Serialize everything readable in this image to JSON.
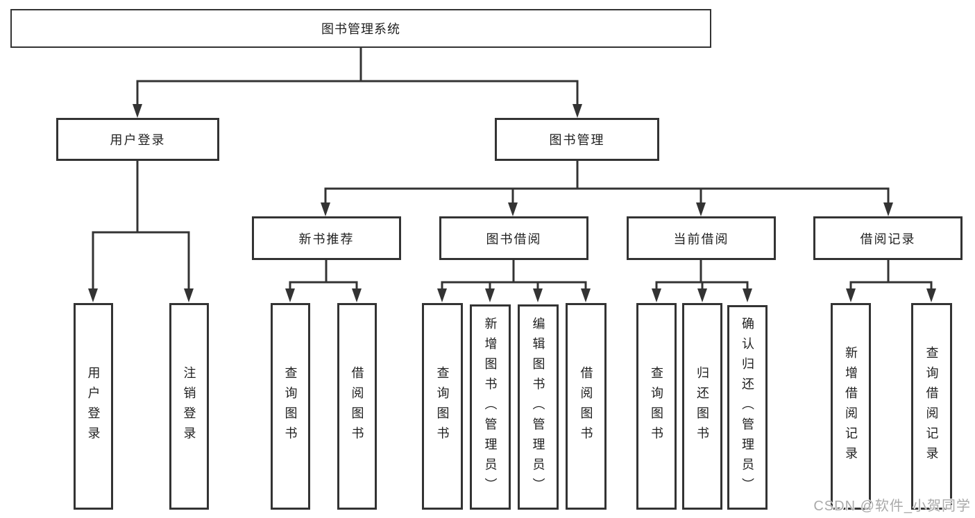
{
  "tree": {
    "root": {
      "label": "图书管理系统",
      "children": [
        {
          "label": "用户登录",
          "children": [
            {
              "label": "用户登录"
            },
            {
              "label": "注销登录"
            }
          ]
        },
        {
          "label": "图书管理",
          "children": [
            {
              "label": "新书推荐",
              "children": [
                {
                  "label": "查询图书"
                },
                {
                  "label": "借阅图书"
                }
              ]
            },
            {
              "label": "图书借阅",
              "children": [
                {
                  "label": "查询图书"
                },
                {
                  "label": "新增图书（管理员）"
                },
                {
                  "label": "编辑图书（管理员）"
                },
                {
                  "label": "借阅图书"
                }
              ]
            },
            {
              "label": "当前借阅",
              "children": [
                {
                  "label": "查询图书"
                },
                {
                  "label": "归还图书"
                },
                {
                  "label": "确认归还（管理员）"
                }
              ]
            },
            {
              "label": "借阅记录",
              "children": [
                {
                  "label": "新增借阅记录"
                },
                {
                  "label": "查询借阅记录"
                }
              ]
            }
          ]
        }
      ]
    }
  },
  "watermark": {
    "text": "CSDN @软件_小贺同学"
  },
  "colors": {
    "line": "#333333",
    "box_border": "#333333",
    "text": "#1f1f1f",
    "background": "#ffffff",
    "watermark": "#a5a5a5"
  }
}
